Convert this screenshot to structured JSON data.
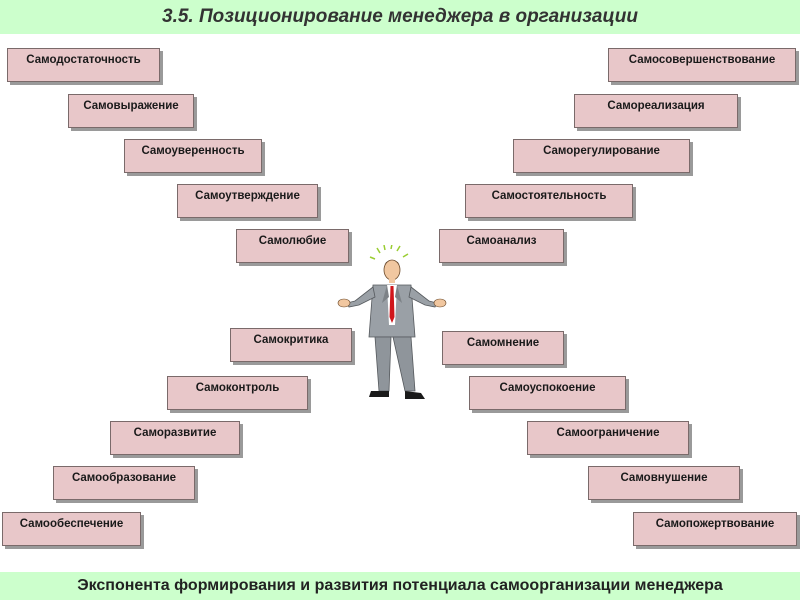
{
  "title": "3.5. Позиционирование менеджера в организации",
  "footer": "Экспонента формирования и развития потенциала самоорганизации менеджера",
  "left_upper": [
    "Самодостаточность",
    "Самовыражение",
    "Самоуверенность",
    "Самоутверждение",
    "Самолюбие"
  ],
  "right_upper": [
    "Самосовершенствование",
    "Самореализация",
    "Саморегулирование",
    "Самостоятельность",
    "Самоанализ"
  ],
  "left_lower": [
    "Самокритика",
    "Самоконтроль",
    "Саморазвитие",
    "Самообразование",
    "Самообеспечение"
  ],
  "right_lower": [
    "Самомнение",
    "Самоуспокоение",
    "Самоограничение",
    "Самовнушение",
    "Самопожертвование"
  ],
  "colors": {
    "banner": "#ccffcc",
    "box": "#e8c7c9",
    "box_border": "#7a6a6a",
    "shadow": "#9a9a9a"
  },
  "figure": {
    "icon": "confused-manager-icon"
  }
}
